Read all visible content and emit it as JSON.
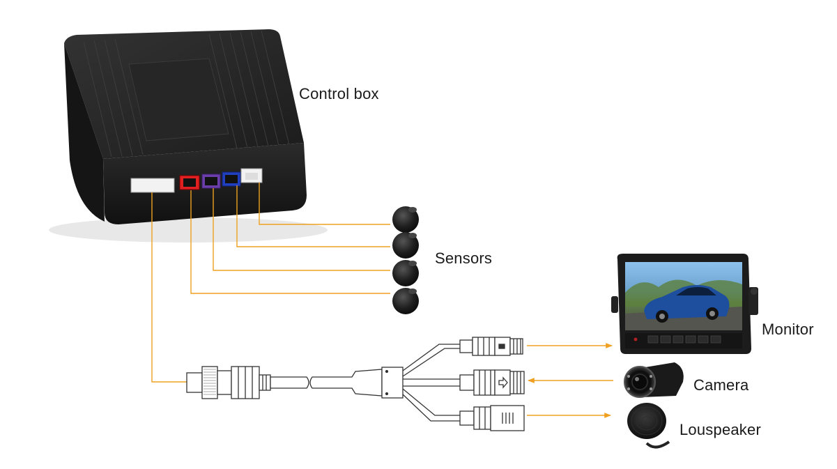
{
  "labels": {
    "control_box": "Control box",
    "sensors": "Sensors",
    "monitor": "Monitor",
    "camera": "Camera",
    "loudspeaker": "Louspeaker"
  },
  "colors": {
    "wire": "#f0a020",
    "cable_stroke": "#333333",
    "box_body": "#1e1e1e",
    "box_top": "#2a2a2a",
    "sensor": "#1a1a1a",
    "connector_red": "#e02020",
    "connector_purple": "#6a3ea8",
    "connector_blue": "#2040c0",
    "sky": "#7fb6e6",
    "car": "#1d4f9e"
  },
  "icons": {
    "control_box": "control-box-icon",
    "sensor": "parking-sensor-icon",
    "monitor": "monitor-icon",
    "camera": "camera-icon",
    "loudspeaker": "loudspeaker-icon",
    "cable": "cable-harness-icon"
  },
  "counts": {
    "sensors": 4
  }
}
